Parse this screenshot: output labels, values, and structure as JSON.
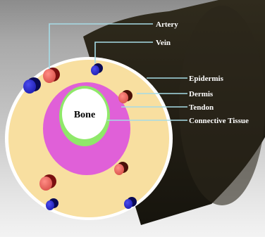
{
  "labels": {
    "artery": "Artery",
    "vein": "Vein",
    "epidermis": "Epidermis",
    "dermis": "Dermis",
    "tendon": "Tendon",
    "connective_tissue": "Connective Tissue",
    "bone": "Bone"
  },
  "colors": {
    "epidermis": "#ffffff",
    "dermis": "#f8dfa0",
    "tendon": "#e060d8",
    "connective_tissue": "#8fe86a",
    "bone": "#ffffff",
    "artery": "#e8665f",
    "vein": "#2a2ac0",
    "cylinder_body": "#262216",
    "leader_line": "#a6dbe6"
  }
}
